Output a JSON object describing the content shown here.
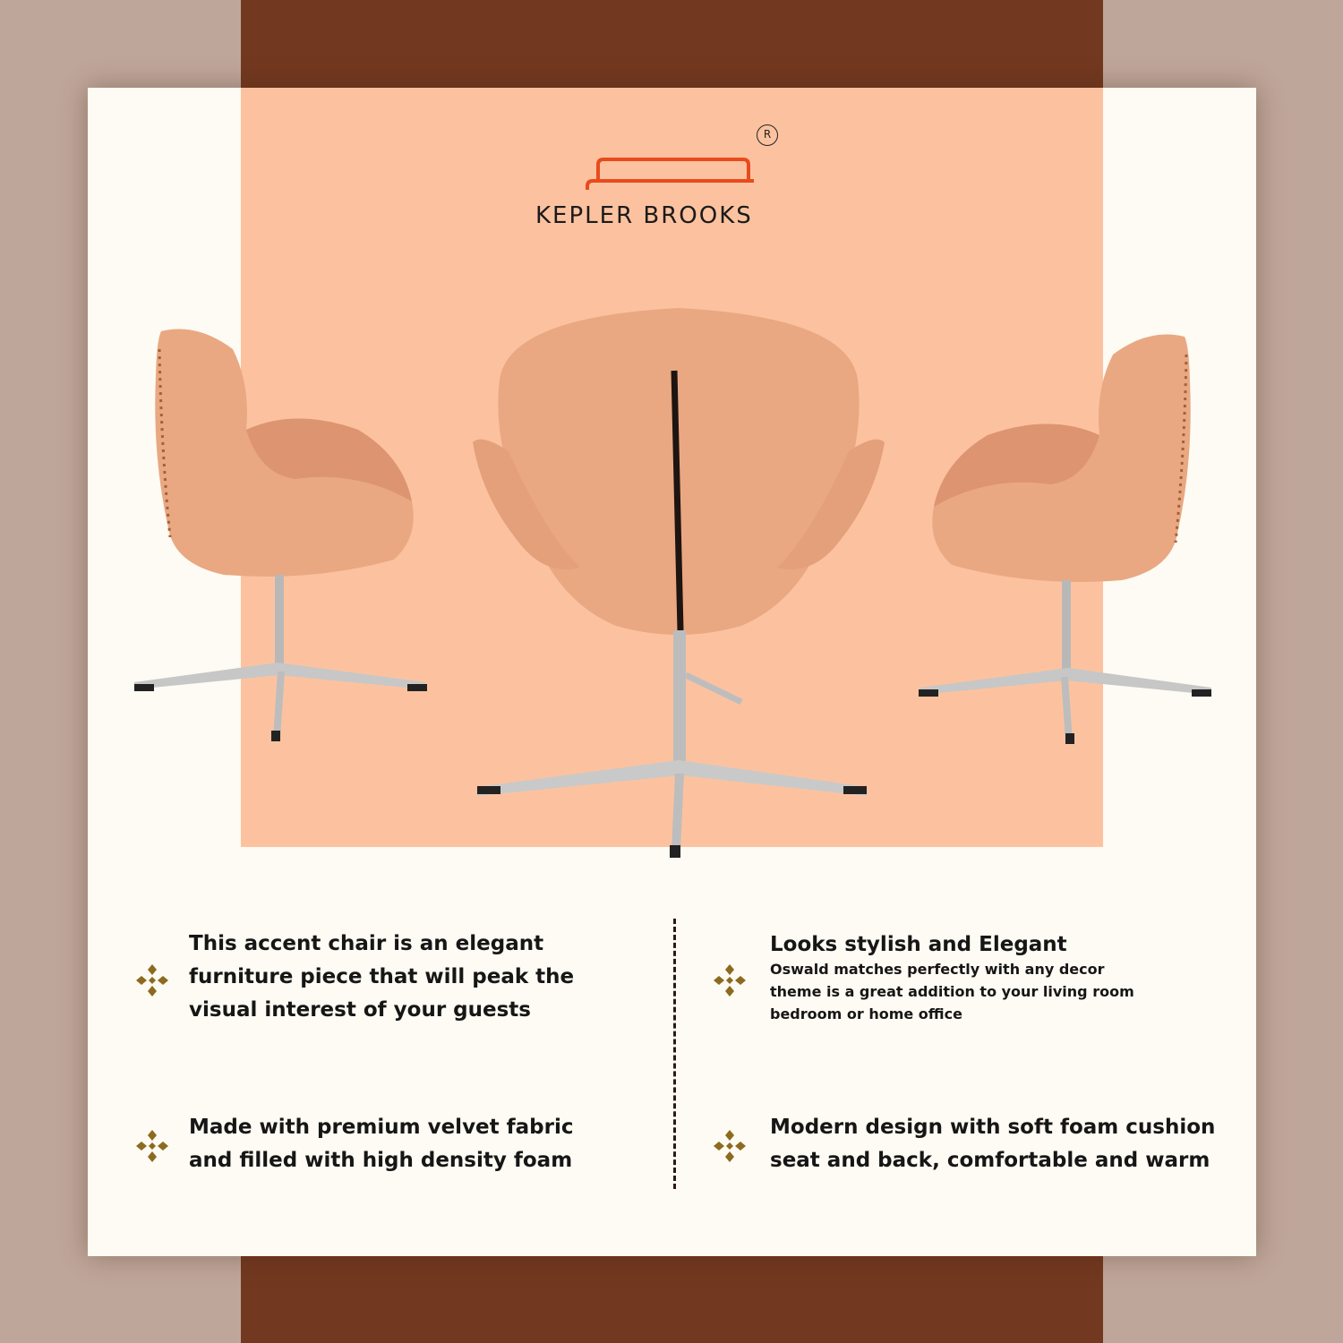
{
  "brand": {
    "name": "KEPLER BROOKS",
    "registered_mark": "R",
    "logo_color": "#e84b1c"
  },
  "colors": {
    "outer_background": "#bfa69a",
    "band": "#733920",
    "card": "#fdfbf3",
    "peach_panel": "#fcc29f",
    "chair_fabric": "#e9a882",
    "bullet": "#8c6a1f"
  },
  "product_images": [
    {
      "view": "side-left",
      "icon": "swan-chair-side-view"
    },
    {
      "view": "back",
      "icon": "swan-chair-back-view"
    },
    {
      "view": "side-right",
      "icon": "swan-chair-side-view"
    }
  ],
  "features": [
    {
      "icon": "diamond-cluster-icon",
      "text_lines": [
        "This accent chair is an elegant",
        "furniture piece that will peak the",
        "visual interest of your guests"
      ]
    },
    {
      "icon": "diamond-cluster-icon",
      "title": "Looks stylish and Elegant",
      "text_lines": [
        "Oswald matches perfectly with any decor",
        "theme is a great addition to your living room",
        "bedroom or home office"
      ]
    },
    {
      "icon": "diamond-cluster-icon",
      "text_lines": [
        "Made with premium velvet fabric",
        "and filled with high density foam"
      ]
    },
    {
      "icon": "diamond-cluster-icon",
      "text_lines": [
        "Modern design with soft foam cushion",
        "seat and back, comfortable  and warm"
      ]
    }
  ]
}
